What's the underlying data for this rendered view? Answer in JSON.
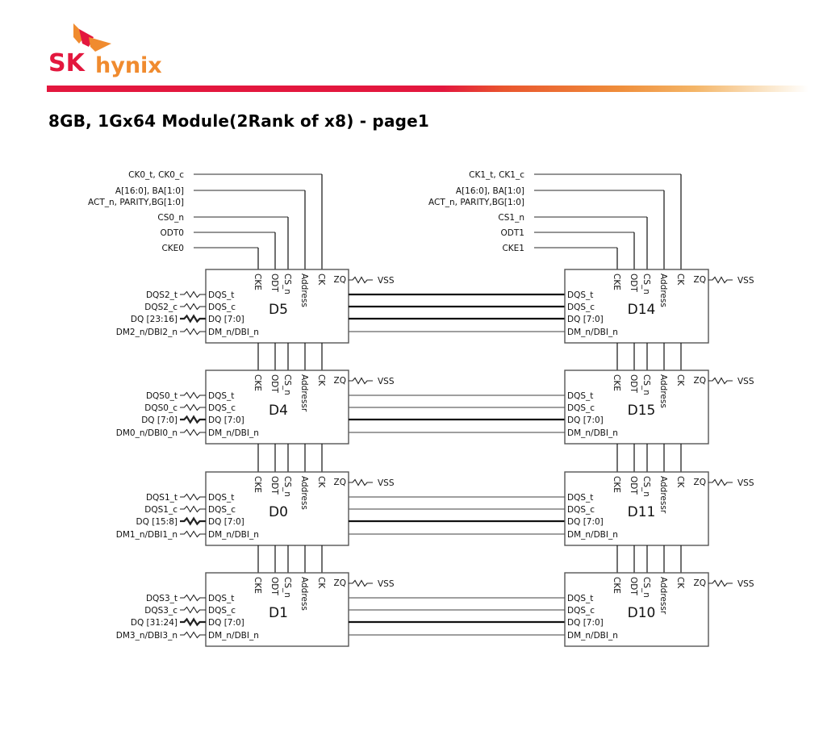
{
  "header": {
    "logo": {
      "text_sk": "SK",
      "text_hynix": "hynix",
      "sk_color": "#e3173e",
      "hynix_color": "#f08b2f"
    },
    "title": "8GB, 1Gx64 Module(2Rank of x8) - page1"
  },
  "diagram": {
    "ranks": [
      {
        "side": "left",
        "bus_signals": [
          "CK0_t, CK0_c",
          "A[16:0], BA[1:0]",
          "ACT_n, PARITY,BG[1:0]",
          "CS0_n",
          "ODT0",
          "CKE0"
        ],
        "chips": [
          {
            "name": "D5",
            "ext": [
              "DQS2_t",
              "DQS2_c",
              "DQ [23:16]",
              "DM2_n/DBI2_n"
            ],
            "addr_label": "Address"
          },
          {
            "name": "D4",
            "ext": [
              "DQS0_t",
              "DQS0_c",
              "DQ [7:0]",
              "DM0_n/DBI0_n"
            ],
            "addr_label": "Addressr"
          },
          {
            "name": "D0",
            "ext": [
              "DQS1_t",
              "DQS1_c",
              "DQ [15:8]",
              "DM1_n/DBI1_n"
            ],
            "addr_label": "Address"
          },
          {
            "name": "D1",
            "ext": [
              "DQS3_t",
              "DQS3_c",
              "DQ [31:24]",
              "DM3_n/DBI3_n"
            ],
            "addr_label": "Address"
          }
        ]
      },
      {
        "side": "right",
        "bus_signals": [
          "CK1_t, CK1_c",
          "A[16:0], BA[1:0]",
          "ACT_n, PARITY,BG[1:0]",
          "CS1_n",
          "ODT1",
          "CKE1"
        ],
        "chips": [
          {
            "name": "D14",
            "addr_label": "Address"
          },
          {
            "name": "D15",
            "addr_label": "Address"
          },
          {
            "name": "D11",
            "addr_label": "Addressr"
          },
          {
            "name": "D10",
            "addr_label": "Addressr"
          }
        ]
      }
    ],
    "chip_pins_top": [
      "CKE",
      "ODT",
      "CS_n",
      "CK",
      "ZQ"
    ],
    "chip_pins_left": [
      "DQS_t",
      "DQS_c",
      "DQ [7:0]",
      "DM_n/DBI_n"
    ],
    "zq_termination": "VSS"
  }
}
